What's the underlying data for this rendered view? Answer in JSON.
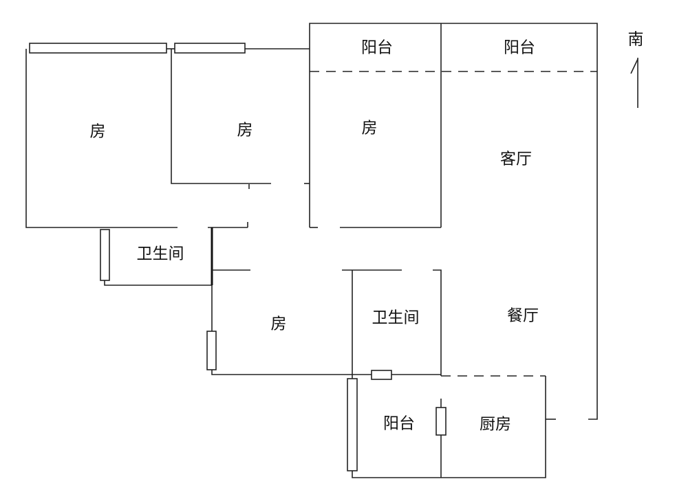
{
  "plan": {
    "compass": {
      "label": "南",
      "icon": "north-arrow-icon"
    },
    "rooms": {
      "bedroom_1": "房",
      "bedroom_2": "房",
      "bedroom_3": "房",
      "bedroom_4": "房",
      "balcony_1": "阳台",
      "balcony_2": "阳台",
      "balcony_3": "阳台",
      "living_room": "客厅",
      "dining_room": "餐厅",
      "bathroom_1": "卫生间",
      "bathroom_2": "卫生间",
      "kitchen": "厨房"
    },
    "colors": {
      "line": "#222222",
      "background": "#ffffff"
    }
  }
}
